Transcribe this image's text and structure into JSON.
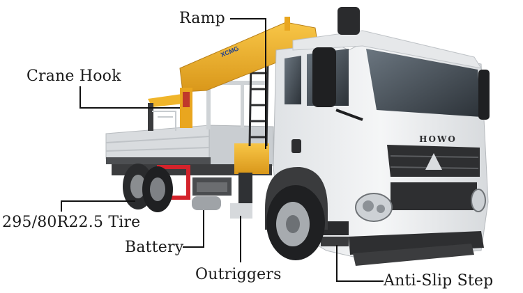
{
  "callouts": {
    "ramp": "Ramp",
    "crane_hook": "Crane Hook",
    "tire": "295/80R22.5 Tire",
    "battery": "Battery",
    "outriggers": "Outriggers",
    "anti_slip_step": "Anti-Slip Step"
  },
  "grille_brand": "HOWO",
  "boom_decal": "XCMG",
  "colors": {
    "cab": "#eef0f2",
    "crane": "#f2b01e",
    "bumper": "#2e2f31",
    "chassis_red": "#d4232b",
    "leader_line": "#111111"
  }
}
